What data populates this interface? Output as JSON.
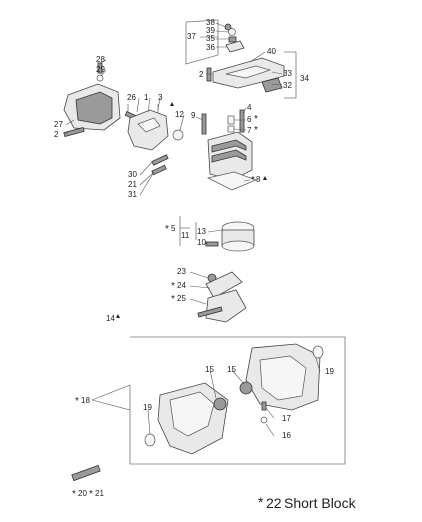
{
  "callouts": {
    "c38": "38",
    "c39": "39",
    "c35": "35",
    "c36": "36",
    "c37": "37",
    "c40": "40",
    "c2_top": "2",
    "c33": "33",
    "c34": "34",
    "c32": "32",
    "c28": "28",
    "c29": "29",
    "c26": "26",
    "c1": "1",
    "c3": "3",
    "c27": "27",
    "c2_left": "2",
    "c12": "12",
    "c9": "9",
    "c4": "4",
    "c6": "6",
    "c7": "7",
    "c8": "8",
    "c30": "30",
    "c21": "21",
    "c31": "31",
    "c5": "5",
    "c11": "11",
    "c13": "13",
    "c10": "10",
    "c23": "23",
    "c24": "24",
    "c25": "25",
    "c14": "14",
    "c18": "18",
    "c15a": "15",
    "c15b": "15",
    "c19a": "19",
    "c19b": "19",
    "c17": "17",
    "c16": "16",
    "c20": "20",
    "c21_bottom": "21"
  },
  "marks": {
    "asterisk": "*"
  },
  "footer": {
    "star": "*",
    "number": "22",
    "text": "Short Block"
  }
}
